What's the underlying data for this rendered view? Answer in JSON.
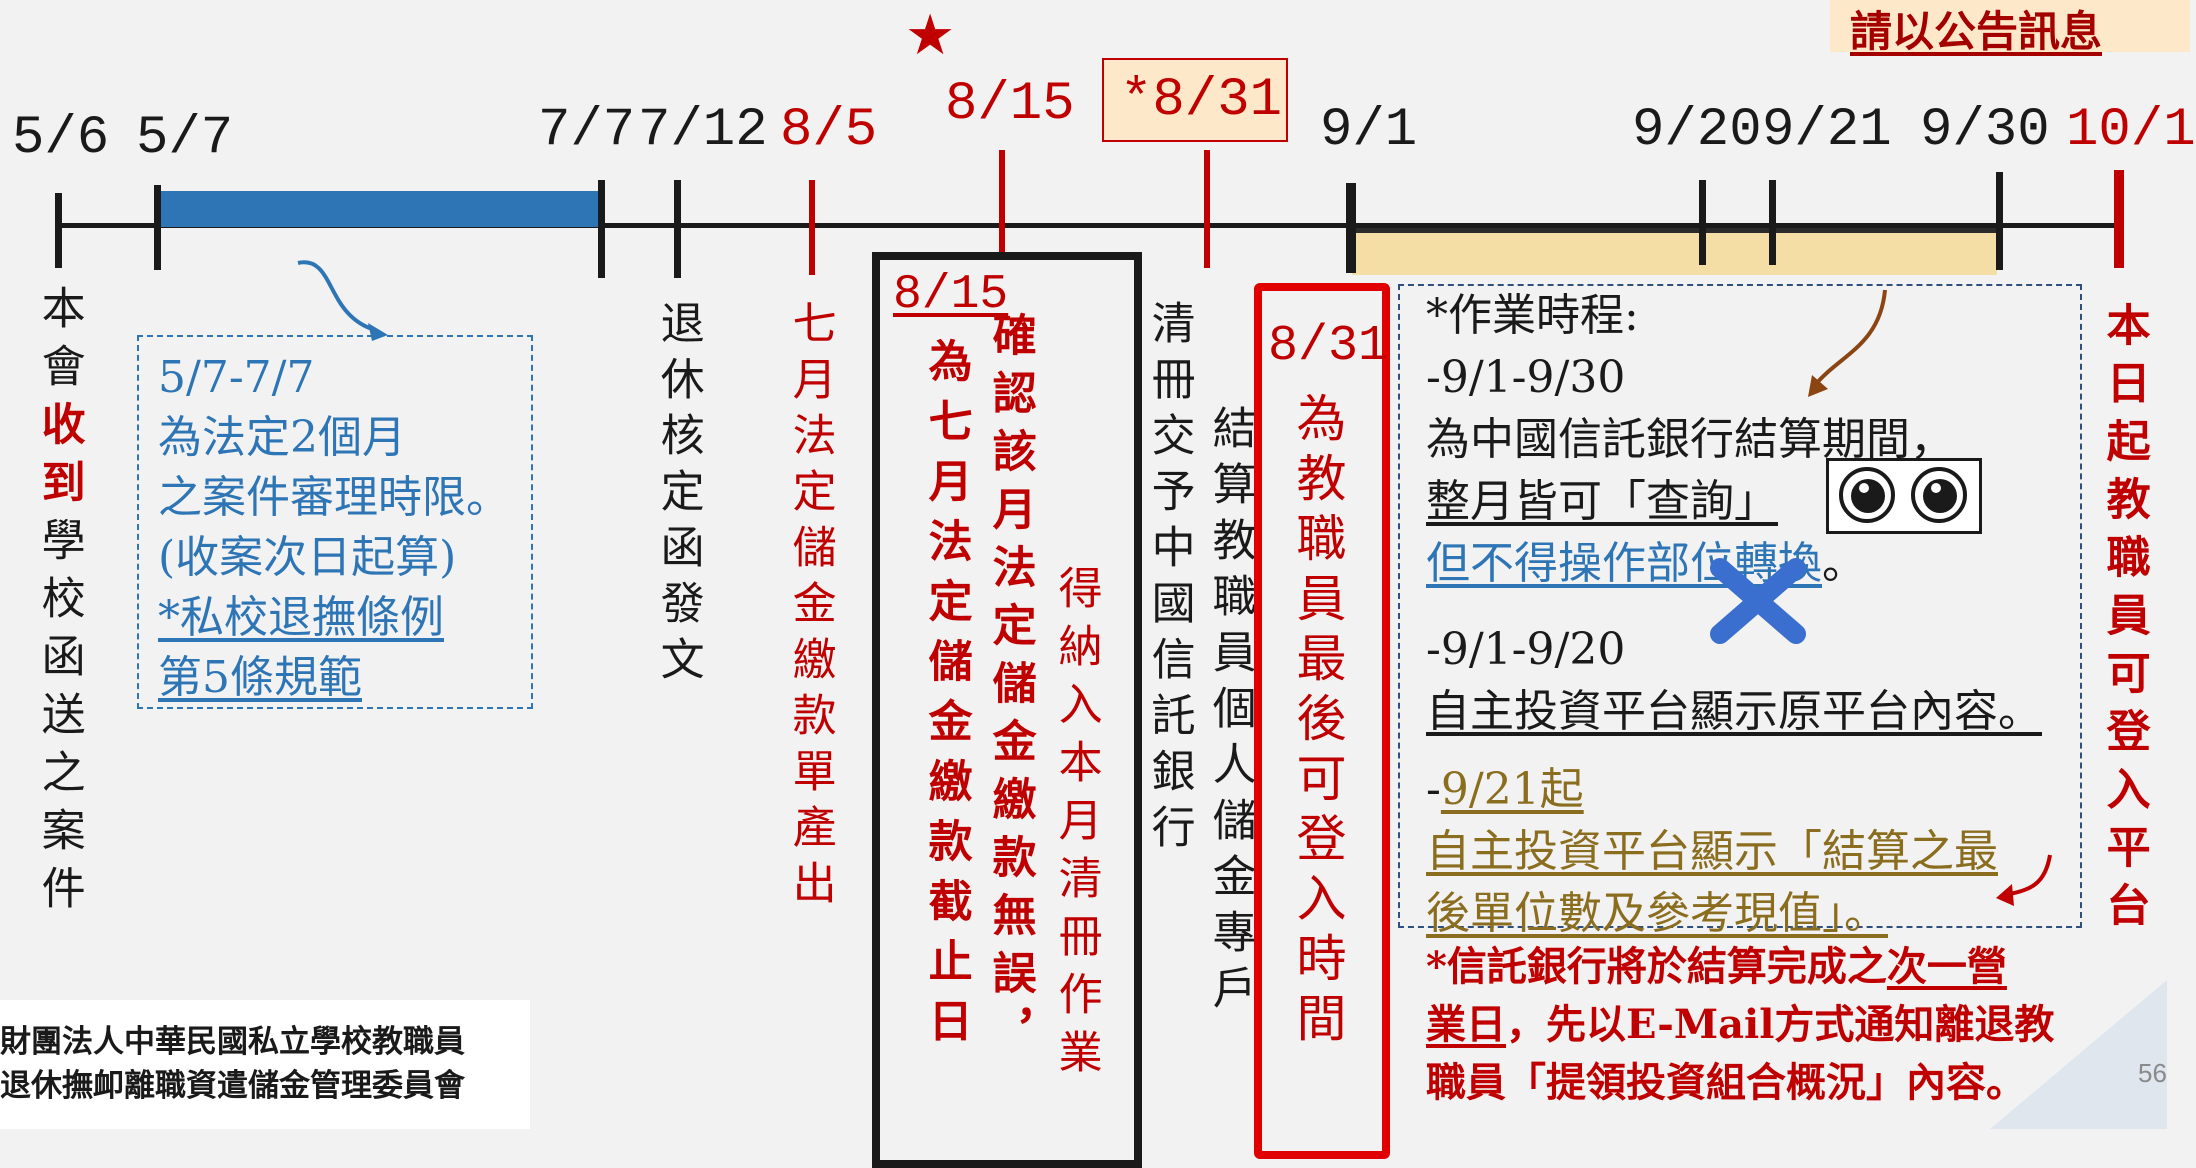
{
  "notice": "請以公告訊息",
  "slide_number": "56",
  "dates": {
    "d1": "5/6",
    "d2": "5/7",
    "d3": "7/7",
    "d4": "7/12",
    "d5": "8/5",
    "d6": "8/15",
    "d7": "*8/31",
    "d8": "9/1",
    "d9": "9/20",
    "d10": "9/21",
    "d11": "9/30",
    "d12": "10/1"
  },
  "columns": {
    "c1": {
      "p1": "本會",
      "p2": "收到",
      "p3": "學校函送之案件"
    },
    "c2": "退休核定函發文",
    "c3": "七月法定儲金繳款單產出",
    "c5": "清冊交予中國信託銀行",
    "c6": "結算教職員個人儲金專戶",
    "c8": "本日起教職員可登入平台"
  },
  "box_review": {
    "line1": "5/7-7/7",
    "line2": "為法定2個月",
    "line3": "之案件審理時限。",
    "line4": "(收案次日起算)",
    "line5": "*私校退撫條例",
    "line6": "第5條規範"
  },
  "box_815": {
    "date": "8/15",
    "col1": "為七月法定儲金繳款截止日",
    "col2": "確認該月法定儲金繳款無誤，",
    "col3": "得納入本月清冊作業"
  },
  "box_831": {
    "date": "8/31",
    "text": "為教職員最後可登入時間"
  },
  "schedule": {
    "title": "*作業時程:",
    "r1": "-9/1-9/30",
    "r2": "為中國信託銀行結算期間，",
    "r3a": "整月皆可「查詢」",
    "r4": "但不得操作部位轉換",
    "r4b": "。",
    "r5": "-9/1-9/20",
    "r6": "自主投資平台顯示原平台內容。",
    "r7a": "-",
    "r7b": "9/21起",
    "r8": "自主投資平台顯示「結算之最",
    "r9": "後單位數及參考現值」。"
  },
  "note": {
    "l1a": "*信託銀行將於結算完成之",
    "l1b": "次一營",
    "l2a": "業日",
    "l2b": "，先以E-Mail方式通知離退教",
    "l3": "職員「提領投資組合概況」內容。"
  },
  "footer": {
    "line1": "財團法人中華民國私立學校教職員",
    "line2": "退休撫卹離職資遣儲金管理委員會"
  }
}
